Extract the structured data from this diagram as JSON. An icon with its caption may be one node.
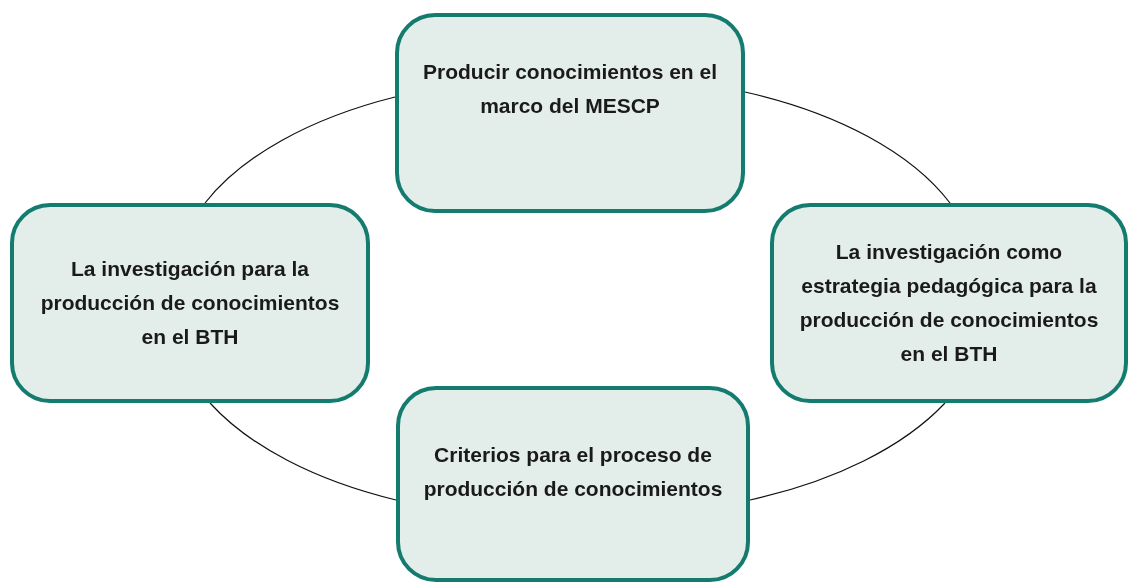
{
  "diagram": {
    "nodes": [
      {
        "text": [
          "Producir conocimientos en el marco del MESCP"
        ]
      },
      {
        "text": [
          "La investigación como estrategia pedagógica para la producción de conocimientos en el BTH"
        ]
      },
      {
        "text": [
          "Criterios para el proceso de producción de conocimientos"
        ]
      },
      {
        "text": [
          "La investigación para la producción de conocimientos en el BTH"
        ]
      }
    ],
    "edges": [
      {
        "from": 0,
        "to": 1,
        "arrow": "none"
      },
      {
        "from": 1,
        "to": 2,
        "arrow": "none"
      },
      {
        "from": 2,
        "to": 3,
        "arrow": "none"
      },
      {
        "from": 3,
        "to": 0,
        "arrow": "none"
      }
    ]
  }
}
